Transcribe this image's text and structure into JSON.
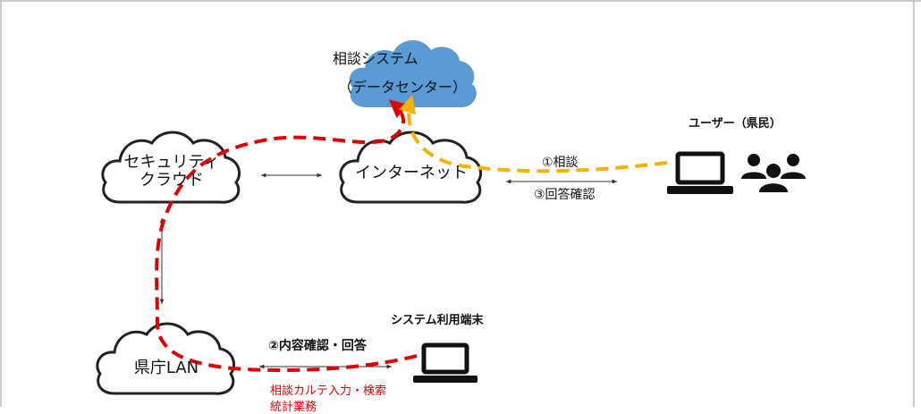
{
  "system": {
    "name": "相談システム",
    "sub": "（データセンター）",
    "color": "#5b9bd5"
  },
  "security_cloud": {
    "line1": "セキュリティ",
    "line2": "クラウド"
  },
  "internet": {
    "label": "インターネット"
  },
  "pref_lan": {
    "label": "県庁LAN"
  },
  "user": {
    "title": "ユーザー（県民）"
  },
  "terminal": {
    "title": "システム利用端末"
  },
  "flows": {
    "consult": "①相談",
    "check_content": "②内容確認・回答",
    "check_answer": "③回答確認"
  },
  "tasks": {
    "line1": "相談カルテ入力・検索",
    "line2": "統計業務",
    "color": "#e00000"
  },
  "route_colors": {
    "red": "#e00000",
    "orange": "#f2b400"
  },
  "icons": {
    "laptop": "laptop-icon",
    "users": "users-group-icon",
    "cloud": "cloud-icon"
  }
}
